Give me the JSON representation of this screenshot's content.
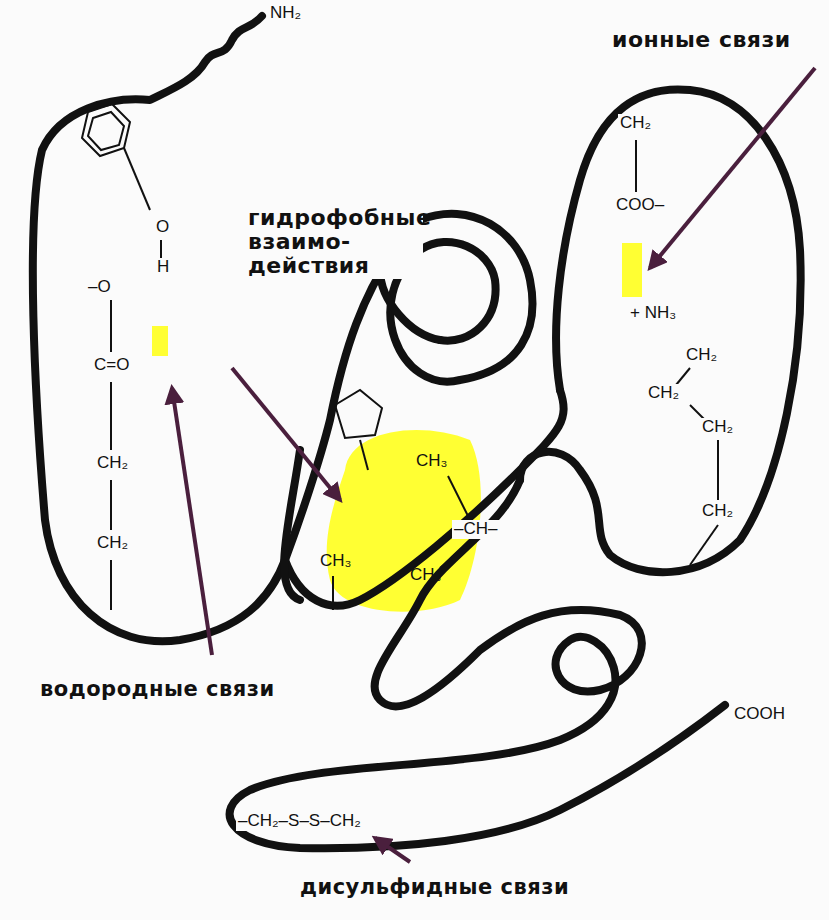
{
  "diagram": {
    "labels": [
      "NH₂",
      "ионные связи",
      "гидрофобные взаимо- действия",
      "водородные связи",
      "дисульфидные связи",
      "COOH",
      "O",
      "H",
      "–O",
      "C=O",
      "CH₂",
      "CH₂",
      "CH₂",
      "COO–",
      "+ NH₃",
      "CH₂",
      "CH₂",
      "CH₂",
      "CH₂",
      "CH₃",
      "–CH–",
      "CH₃",
      "CH₃",
      "–CH₂–S–S–CH₂"
    ]
  }
}
